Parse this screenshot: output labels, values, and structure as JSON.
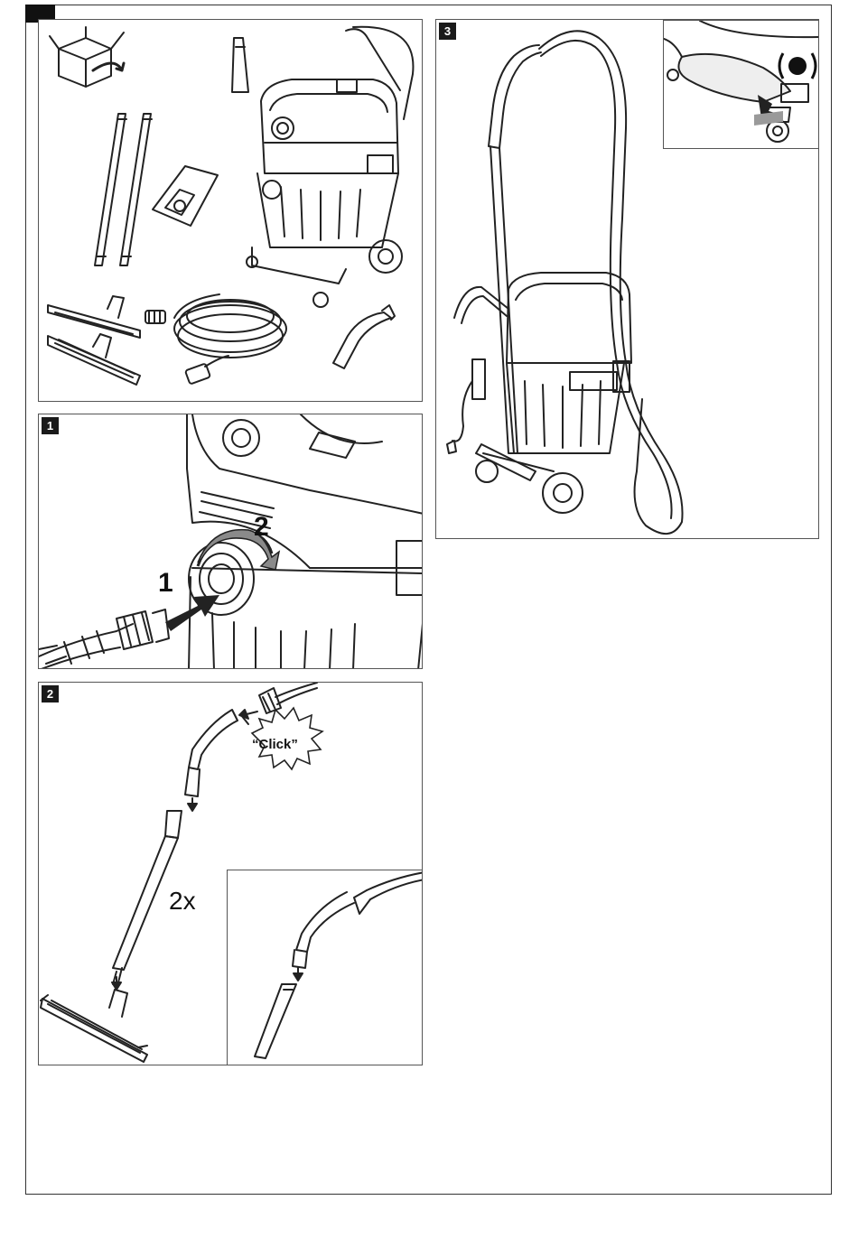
{
  "steps": {
    "step1": {
      "badge": "1",
      "arrow1_label": "1",
      "arrow2_label": "2"
    },
    "step2": {
      "badge": "2",
      "multiplier": "2x",
      "sound_label": "“Click”"
    },
    "step3": {
      "badge": "3"
    }
  },
  "icons": {
    "unbox": "unboxing-icon",
    "brake": "wheel-brake-icon"
  },
  "colors": {
    "line": "#222222",
    "badge_bg": "#1a1a1a",
    "arrow_gray": "#8a8a8a"
  }
}
